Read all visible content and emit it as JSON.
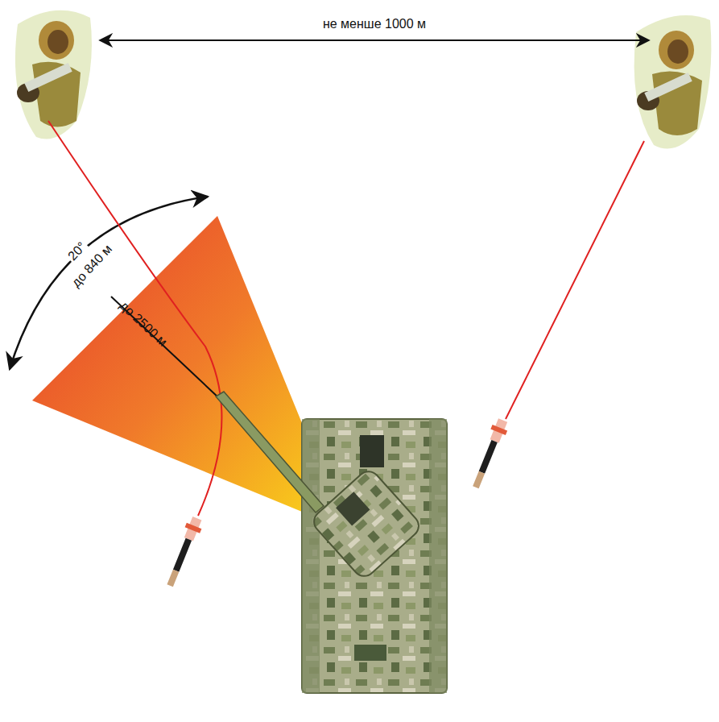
{
  "diagram": {
    "labels": [
      "не менше 1000 м",
      "20°",
      "до 840 м",
      "до 2500 м"
    ]
  }
}
